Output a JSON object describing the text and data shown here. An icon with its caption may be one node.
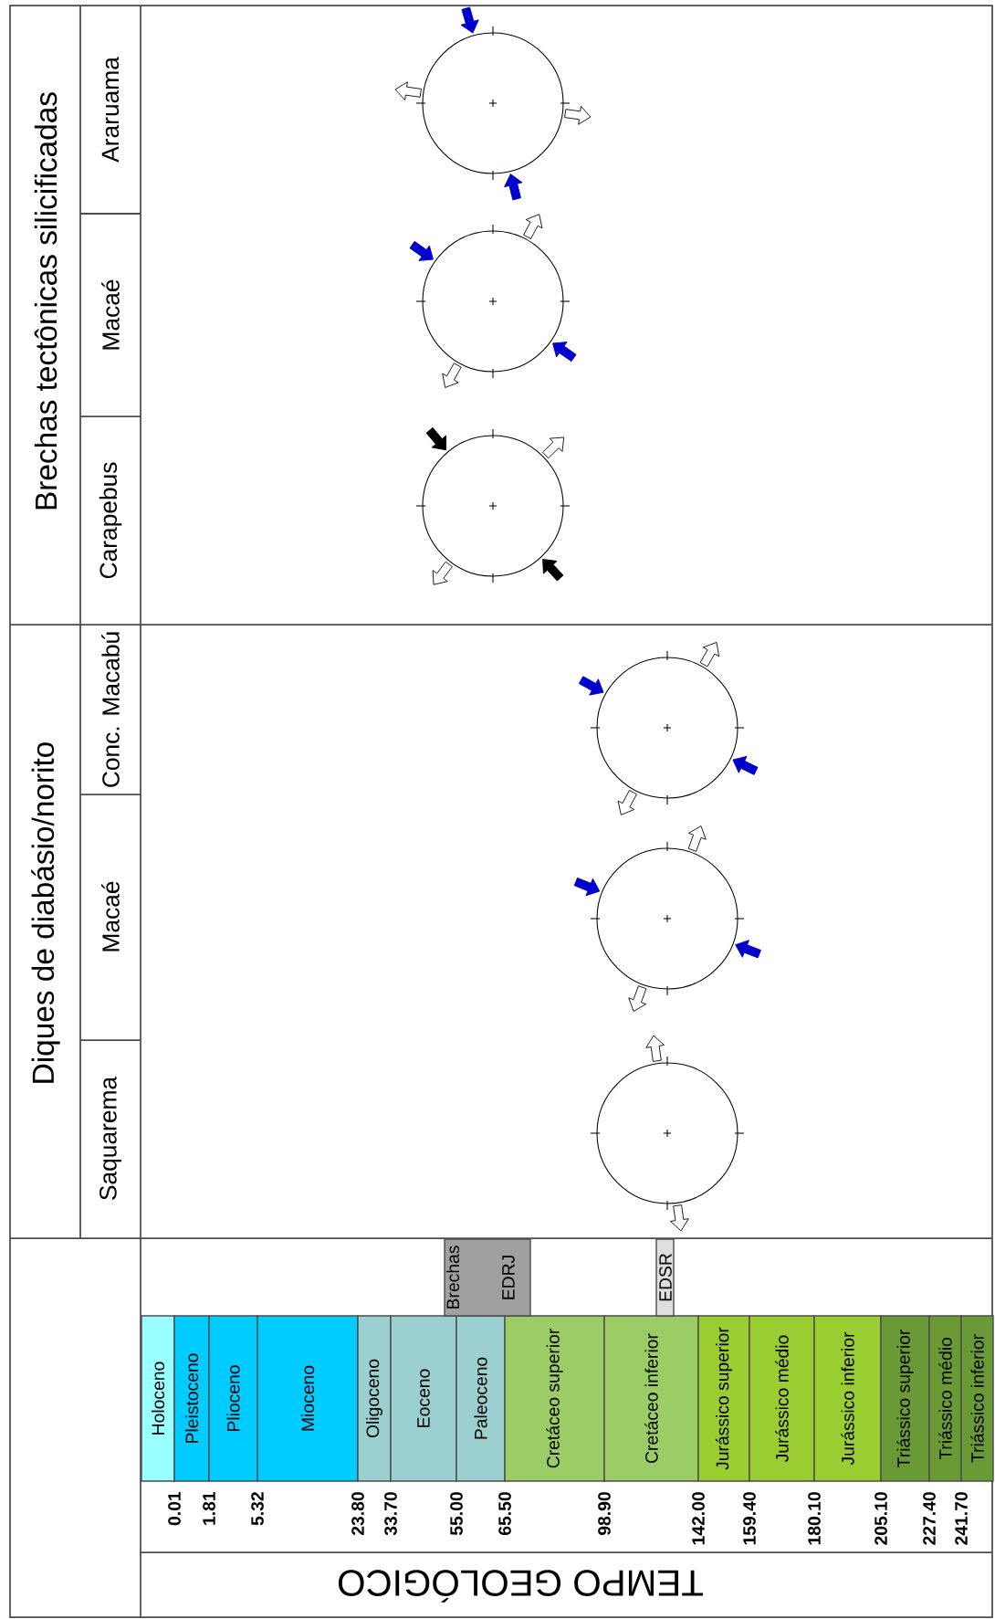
{
  "diagram": {
    "nodes": [
      {
        "text": [
          "Holoceno"
        ]
      },
      {
        "text": [
          "Pleistoceno"
        ]
      },
      {
        "text": [
          "Plioceno"
        ]
      },
      {
        "text": [
          "Mioceno"
        ]
      },
      {
        "text": [
          "Oligoceno"
        ]
      },
      {
        "text": [
          "Eoceno"
        ]
      },
      {
        "text": [
          "Paleoceno"
        ]
      },
      {
        "text": [
          "Cretáceo superior"
        ]
      },
      {
        "text": [
          "Cretáceo inferior"
        ]
      },
      {
        "text": [
          "Jurássico superior"
        ]
      },
      {
        "text": [
          "Jurássico médio"
        ]
      },
      {
        "text": [
          "Jurássico inferior"
        ]
      },
      {
        "text": [
          "Triássico superior"
        ]
      },
      {
        "text": [
          "Triássico médio"
        ]
      },
      {
        "text": [
          "Triássico inferior"
        ]
      },
      {
        "text": [
          "Brechas",
          "EDRJ"
        ]
      },
      {
        "text": [
          "EDSR"
        ]
      }
    ],
    "labels": [
      "Diques de diabásio/norito",
      "Brechas tectônicas silicificadas",
      "Saquarema",
      "Macaé",
      "Conc. Macabú",
      "Carapebus",
      "Macaé",
      "Araruama",
      "0.01",
      "1.81",
      "5.32",
      "23.80",
      "33.70",
      "55.00",
      "65.50",
      "98.90",
      "142.00",
      "159.40",
      "180.10",
      "205.10",
      "227.40",
      "241.70",
      "TEMPO GEOLÓGICO"
    ]
  }
}
